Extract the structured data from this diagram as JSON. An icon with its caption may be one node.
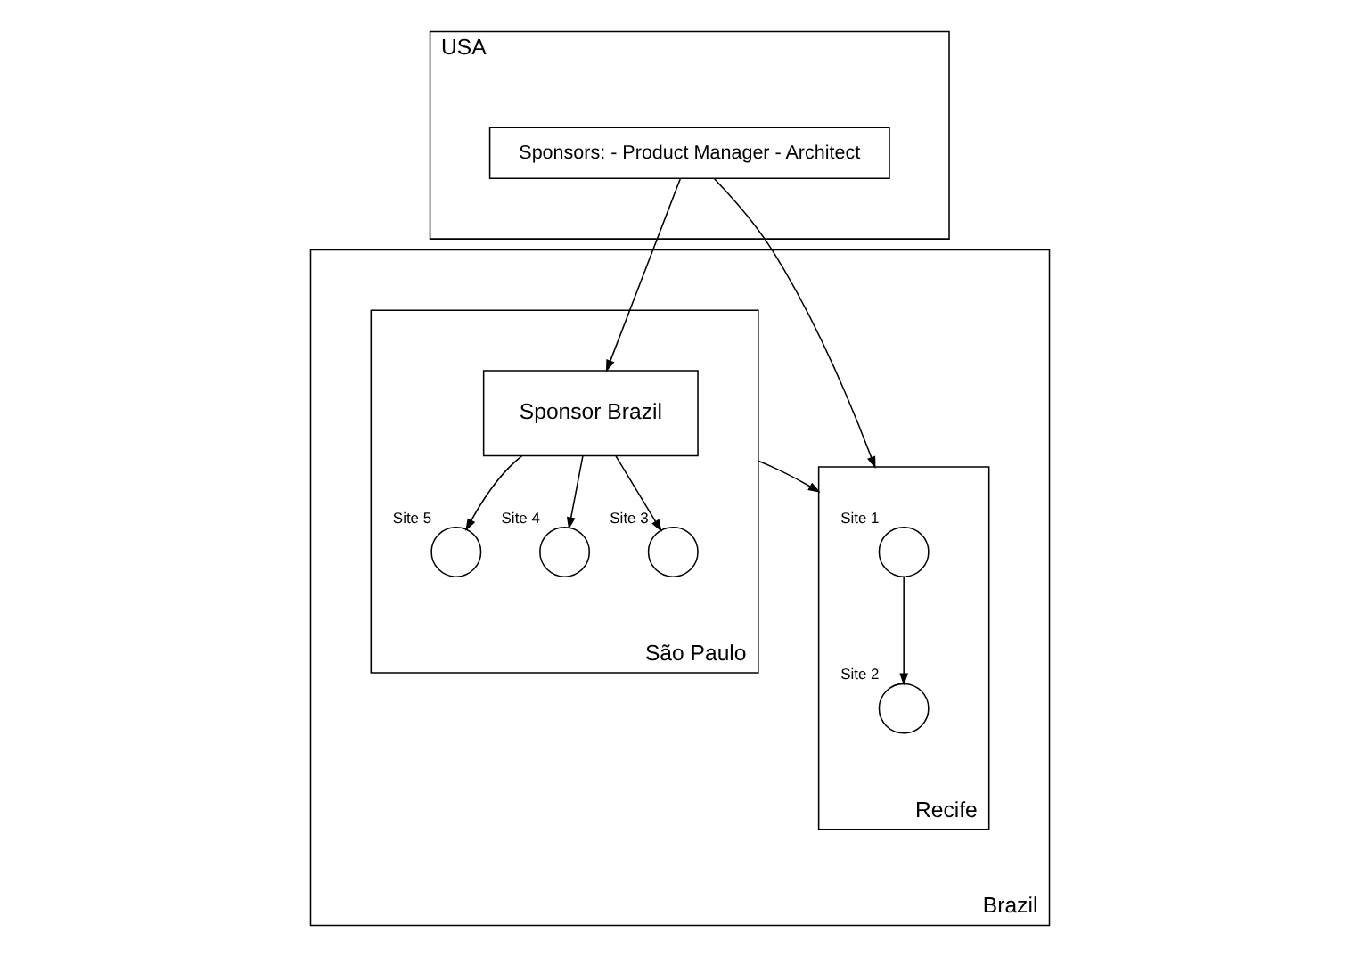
{
  "diagram": {
    "nodes": [
      {
        "text": [
          "USA"
        ]
      },
      {
        "text": [
          "Sponsors: - Product Manager - Architect"
        ],
        "in": 0
      },
      {
        "text": [
          "Brazil"
        ]
      },
      {
        "text": [
          "São Paulo"
        ],
        "in": 2
      },
      {
        "text": [
          "Sponsor Brazil"
        ],
        "in": 3
      },
      {
        "text": [],
        "shape": "circle",
        "beside": [
          "Site 5"
        ],
        "in": 3
      },
      {
        "text": [],
        "shape": "circle",
        "beside": [
          "Site 4"
        ],
        "in": 3
      },
      {
        "text": [],
        "shape": "circle",
        "beside": [
          "Site 3"
        ],
        "in": 3
      },
      {
        "text": [
          "Recife"
        ],
        "in": 2
      },
      {
        "text": [],
        "shape": "circle",
        "beside": [
          "Site 1"
        ],
        "in": 8
      },
      {
        "text": [],
        "shape": "circle",
        "beside": [
          "Site 2"
        ],
        "in": 8
      }
    ],
    "edges": [
      {
        "from": 1,
        "to": 4,
        "arrow": "to"
      },
      {
        "from": 1,
        "to": 8,
        "arrow": "to"
      },
      {
        "from": 4,
        "to": 5,
        "arrow": "to"
      },
      {
        "from": 4,
        "to": 6,
        "arrow": "to"
      },
      {
        "from": 4,
        "to": 7,
        "arrow": "to"
      },
      {
        "from": 3,
        "to": 8,
        "arrow": "to"
      },
      {
        "from": 9,
        "to": 10,
        "arrow": "to"
      }
    ]
  }
}
